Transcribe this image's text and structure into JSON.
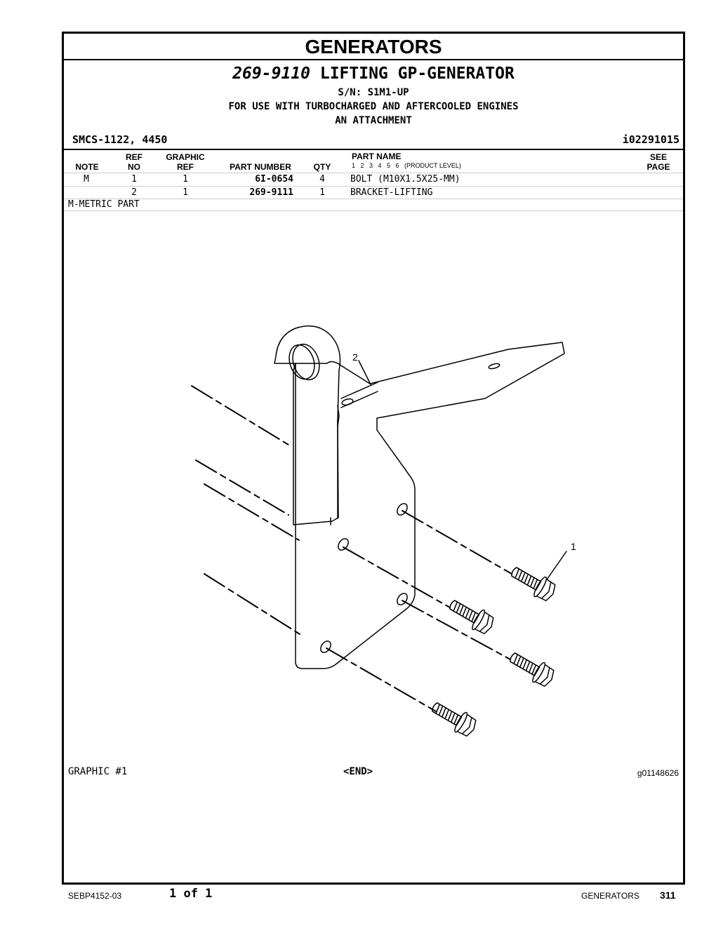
{
  "section": "GENERATORS",
  "group": {
    "number": "269-9110",
    "name": "LIFTING GP-GENERATOR",
    "serial": "S/N: S1M1-UP",
    "usage_1": "FOR USE WITH TURBOCHARGED AND AFTERCOOLED ENGINES",
    "usage_2": "AN ATTACHMENT",
    "smcs": "SMCS-1122, 4450",
    "illustration_id": "i02291015"
  },
  "table": {
    "headers": {
      "note": "NOTE",
      "ref_no": [
        "REF",
        "NO"
      ],
      "graphic_ref": [
        "GRAPHIC",
        "REF"
      ],
      "part_number": "PART NUMBER",
      "qty": "QTY",
      "part_name": "PART NAME",
      "levels": "1   2   3   4   5   6   (PRODUCT LEVEL)",
      "see_page": [
        "SEE",
        "PAGE"
      ]
    },
    "rows": [
      {
        "note": "M",
        "ref_no": "1",
        "graphic_ref": "1",
        "part_number": "6I-0654",
        "qty": "4",
        "part_name": "BOLT (M10X1.5X25-MM)"
      },
      {
        "note": "",
        "ref_no": "2",
        "graphic_ref": "1",
        "part_number": "269-9111",
        "qty": "1",
        "part_name": "BRACKET-LIFTING"
      }
    ],
    "footnote": "M-METRIC PART"
  },
  "graphic": {
    "callout_1": "1",
    "callout_2": "2",
    "caption": "GRAPHIC #1",
    "end_marker": "<END>",
    "graphic_id": "g01148626"
  },
  "footer": {
    "doc_number": "SEBP4152-03",
    "page_of": "1 of 1",
    "section": "GENERATORS",
    "page_number": "311"
  }
}
